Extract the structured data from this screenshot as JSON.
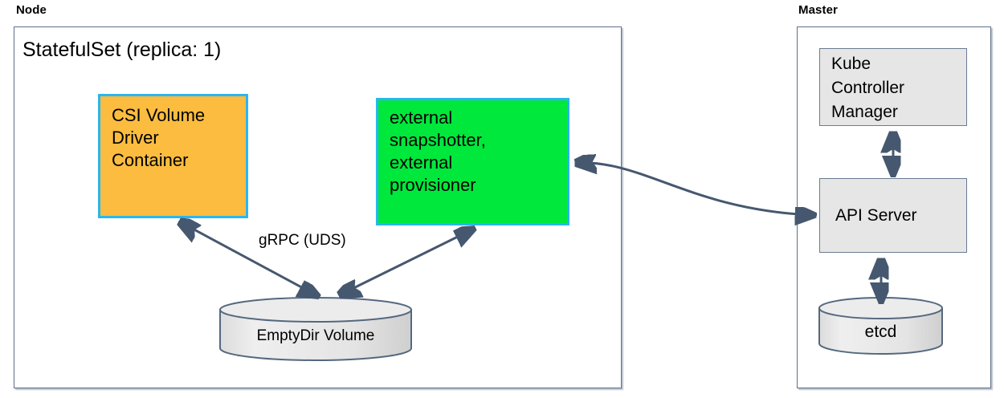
{
  "diagram": {
    "title_node": "Node",
    "title_master": "Master",
    "statefulset": "StatefulSet (replica: 1)"
  },
  "node": {
    "csi_driver": "CSI Volume\nDriver\nContainer",
    "csi_driver_lines": [
      "CSI Volume",
      "Driver",
      "Container"
    ],
    "external_controllers": "external\nsnapshotter,\nexternal\nprovisioner",
    "external_controllers_lines": [
      "external",
      "snapshotter,",
      "external",
      "provisioner"
    ],
    "emptydir_volume": "EmptyDir Volume",
    "grpc_label": "gRPC (UDS)"
  },
  "master": {
    "kube_controller_manager": "Kube\nController\nManager",
    "kube_controller_manager_lines": [
      "Kube",
      "Controller",
      "Manager"
    ],
    "api_server": "API Server",
    "etcd": "etcd"
  },
  "colors": {
    "csi_driver_fill": "#fbbc3f",
    "external_controllers_fill": "#00e83c",
    "component_border": "#29b6f2",
    "grey_fill": "#e6e6e6",
    "grey_border": "#6a7b93",
    "connector": "#46586f",
    "group_border": "#5f6f87",
    "background": "#ffffff"
  },
  "connections": [
    {
      "from": "csi-volume-driver-container",
      "to": "emptydir-volume",
      "label": "gRPC (UDS)",
      "direction": "bidirectional"
    },
    {
      "from": "emptydir-volume",
      "to": "external-snapshotter-provisioner",
      "label": "gRPC (UDS)",
      "direction": "bidirectional"
    },
    {
      "from": "external-snapshotter-provisioner",
      "to": "api-server",
      "label": "",
      "direction": "bidirectional"
    },
    {
      "from": "kube-controller-manager",
      "to": "api-server",
      "label": "",
      "direction": "bidirectional"
    },
    {
      "from": "api-server",
      "to": "etcd",
      "label": "",
      "direction": "bidirectional"
    }
  ]
}
